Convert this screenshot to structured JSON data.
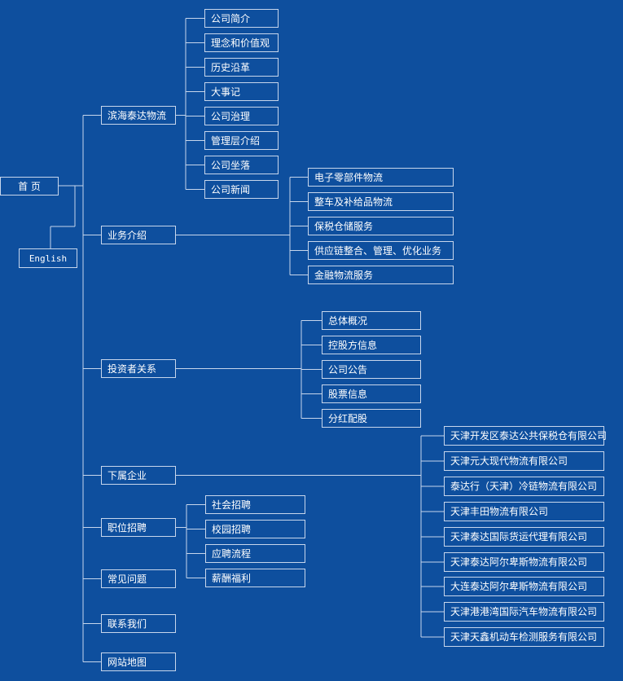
{
  "root": {
    "home": "首 页",
    "english": "English"
  },
  "sections": [
    {
      "label": "滨海泰达物流",
      "children": [
        "公司简介",
        "理念和价值观",
        "历史沿革",
        "大事记",
        "公司治理",
        "管理层介绍",
        "公司坐落",
        "公司新闻"
      ]
    },
    {
      "label": "业务介绍",
      "children": [
        "电子零部件物流",
        "整车及补给品物流",
        "保税仓储服务",
        "供应链整合、管理、优化业务",
        "金融物流服务"
      ]
    },
    {
      "label": "投资者关系",
      "children": [
        "总体概况",
        "控股方信息",
        "公司公告",
        "股票信息",
        "分红配股"
      ]
    },
    {
      "label": "下属企业",
      "children": [
        "天津开发区泰达公共保税仓有限公司",
        "天津元大现代物流有限公司",
        "泰达行（天津）冷链物流有限公司",
        "天津丰田物流有限公司",
        "天津泰达国际货运代理有限公司",
        "天津泰达阿尔卑斯物流有限公司",
        "大连泰达阿尔卑斯物流有限公司",
        "天津港港湾国际汽车物流有限公司",
        "天津天鑫机动车检测服务有限公司"
      ]
    },
    {
      "label": "职位招聘",
      "children": [
        "社会招聘",
        "校园招聘",
        "应聘流程",
        "薪酬福利"
      ]
    },
    {
      "label": "常见问题",
      "children": []
    },
    {
      "label": "联系我们",
      "children": []
    },
    {
      "label": "网站地图",
      "children": []
    }
  ]
}
